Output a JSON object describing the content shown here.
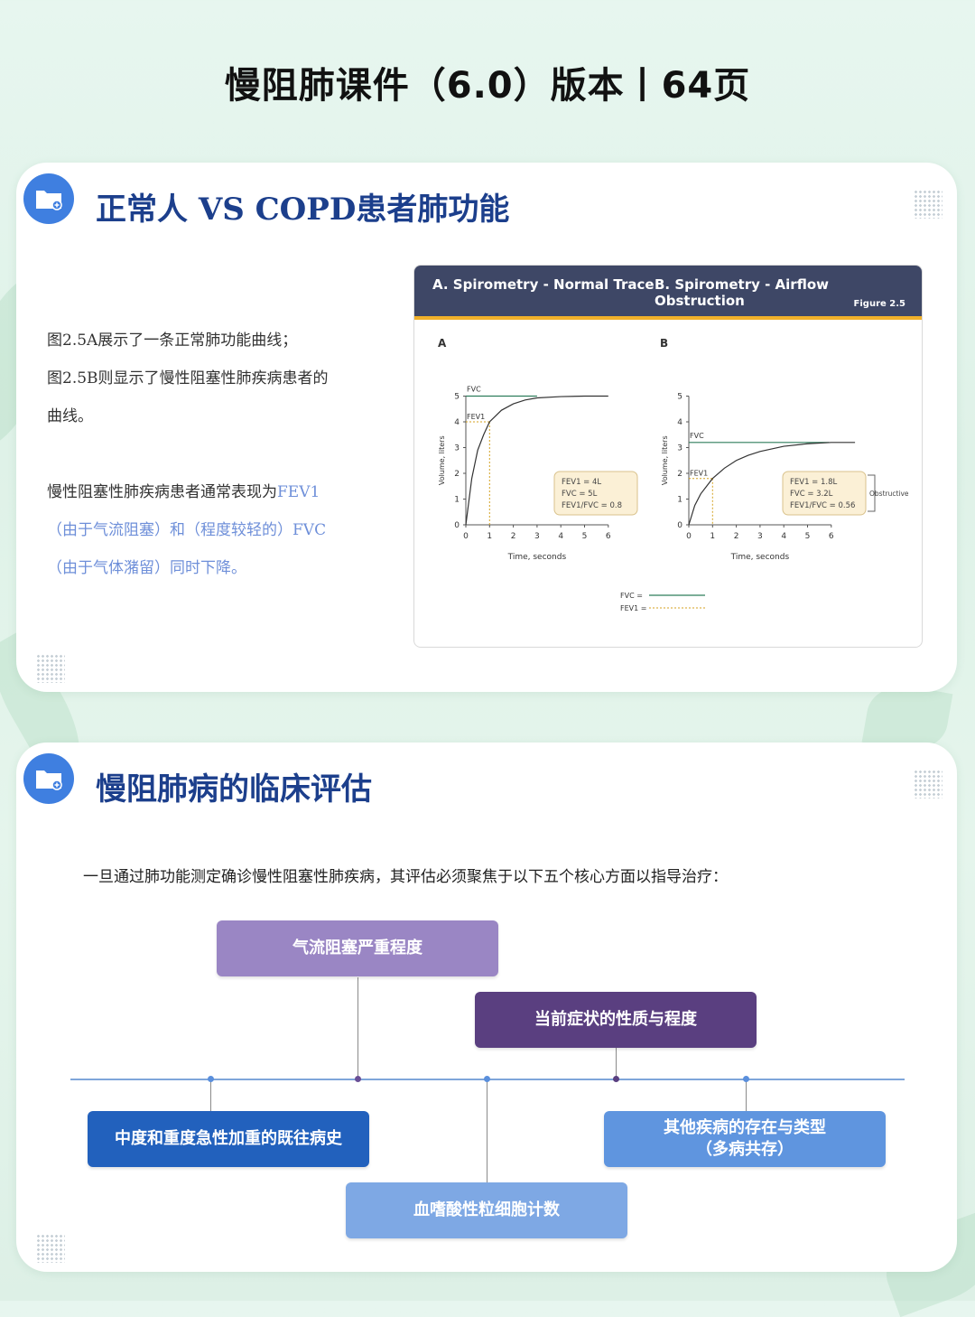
{
  "page": {
    "title": "慢阻肺课件（6.0）版本丨64页"
  },
  "section1": {
    "title": "正常人 VS  COPD患者肺功能",
    "paragraph1_line1": "图2.5A展示了一条正常肺功能曲线；",
    "paragraph1_line2": "图2.5B则显示了慢性阻塞性肺疾病患者的",
    "paragraph1_line3": "曲线。",
    "paragraph2_prefix": "慢性阻塞性肺疾病患者通常表现为",
    "paragraph2_fev1": "FEV1",
    "paragraph2_line2": "（由于气流阻塞）和（程度较轻的）FVC",
    "paragraph2_line3": "（由于气体潴留）同时下降。",
    "figure": {
      "title_a": "A. Spirometry - Normal Trace",
      "title_b": "B. Spirometry - Airflow Obstruction",
      "figure_number": "Figure 2.5",
      "panel_a_letter": "A",
      "panel_b_letter": "B",
      "ylabel": "Volume, liters",
      "xlabel": "Time, seconds",
      "legend_fvc": "FVC =",
      "legend_fev1": "FEV1 =",
      "obstructive_label": "Obstructive",
      "colors": {
        "header": "#3e4766",
        "accent": "#f0b02a",
        "fvc_line": "#2e7d5b",
        "fev1_line": "#d4a21f",
        "curve": "#333333"
      }
    }
  },
  "chart_data": [
    {
      "type": "line",
      "panel": "A",
      "xlabel": "Time, seconds",
      "ylabel": "Volume, liters",
      "xlim": [
        0,
        6
      ],
      "ylim": [
        0,
        5
      ],
      "x_ticks": [
        "0",
        "1",
        "2",
        "3",
        "4",
        "5",
        "6"
      ],
      "y_ticks": [
        "0",
        "1",
        "2",
        "3",
        "4",
        "5"
      ],
      "curve_points": [
        [
          0,
          0
        ],
        [
          0.25,
          1.8
        ],
        [
          0.5,
          2.9
        ],
        [
          0.75,
          3.5
        ],
        [
          1,
          4
        ],
        [
          1.5,
          4.45
        ],
        [
          2,
          4.7
        ],
        [
          2.5,
          4.85
        ],
        [
          3,
          4.93
        ],
        [
          4,
          4.98
        ],
        [
          5,
          5
        ],
        [
          6,
          5
        ]
      ],
      "fvc_value": 5,
      "fev1_value": 4,
      "fev1_time": 1,
      "fvc_label": "FVC",
      "fev1_label": "FEV1",
      "info_lines": [
        "FEV1 = 4L",
        "FVC = 5L",
        "FEV1/FVC = 0.8"
      ]
    },
    {
      "type": "line",
      "panel": "B",
      "xlabel": "Time, seconds",
      "ylabel": "Volume, liters",
      "xlim": [
        0,
        6
      ],
      "ylim": [
        0,
        5
      ],
      "x_ticks": [
        "0",
        "1",
        "2",
        "3",
        "4",
        "5",
        "6"
      ],
      "y_ticks": [
        "0",
        "1",
        "2",
        "3",
        "4",
        "5"
      ],
      "curve_points": [
        [
          0,
          0
        ],
        [
          0.25,
          0.75
        ],
        [
          0.5,
          1.2
        ],
        [
          1,
          1.8
        ],
        [
          1.5,
          2.2
        ],
        [
          2,
          2.5
        ],
        [
          2.5,
          2.7
        ],
        [
          3,
          2.85
        ],
        [
          4,
          3.05
        ],
        [
          5,
          3.15
        ],
        [
          6,
          3.2
        ],
        [
          7,
          3.2
        ]
      ],
      "fvc_value": 3.2,
      "fev1_value": 1.8,
      "fev1_time": 1,
      "fvc_label": "FVC",
      "fev1_label": "FEV1",
      "info_lines": [
        "FEV1 = 1.8L",
        "FVC = 3.2L",
        "FEV1/FVC = 0.56"
      ]
    }
  ],
  "section2": {
    "title": "慢阻肺病的临床评估",
    "intro": "一旦通过肺功能测定确诊慢性阻塞性肺疾病，其评估必须聚焦于以下五个核心方面以指导治疗：",
    "aspects": [
      {
        "label": "气流阻塞严重程度",
        "color": "#9a86c4"
      },
      {
        "label": "当前症状的性质与程度",
        "color": "#5a3f80"
      },
      {
        "label": "中度和重度急性加重的既往病史",
        "color": "#2261bd"
      },
      {
        "label": "血嗜酸性粒细胞计数",
        "color": "#7ea8e4"
      },
      {
        "label": "其他疾病的存在与类型",
        "label_line2": "（多病共存）",
        "color": "#5f95df"
      }
    ]
  }
}
